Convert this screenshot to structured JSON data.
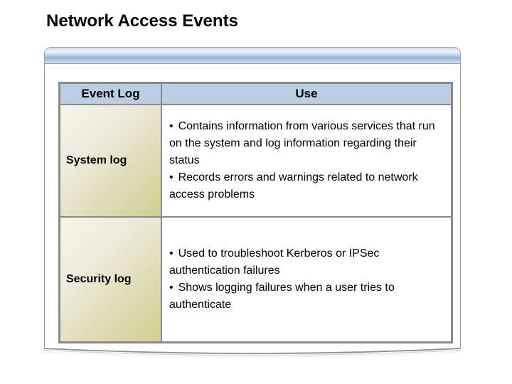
{
  "title": "Network Access Events",
  "bullet_char": "•",
  "table": {
    "headers": [
      "Event Log",
      "Use"
    ],
    "rows": [
      {
        "label": "System log",
        "bullets": [
          "Contains information from various services that run on the system and log information regarding their status",
          "Records errors and warnings related to network access problems"
        ]
      },
      {
        "label": "Security log",
        "bullets": [
          "Used to troubleshoot Kerberos or IPSec authentication failures",
          "Shows logging failures when a user tries to authenticate"
        ]
      }
    ]
  },
  "colors": {
    "header_cell_bg": "#bacde2",
    "label_cell_gradient_start": "#f6f5e8",
    "label_cell_gradient_end": "#d0cf8e",
    "table_border": "#8a8a8a",
    "title_bar_blue": "#9cb8d5",
    "panel_border": "#9a9a9a",
    "title_text": "#000000"
  }
}
